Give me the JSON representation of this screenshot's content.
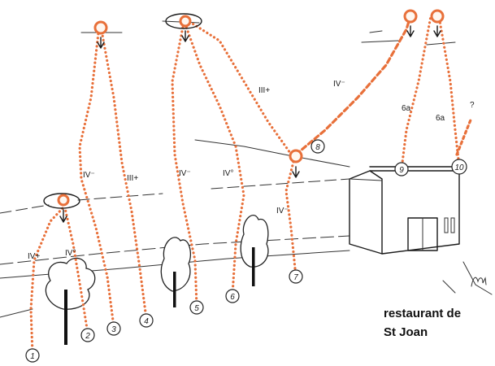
{
  "colors": {
    "route": "#e8703a",
    "ink": "#1a1a1a",
    "background": "#ffffff"
  },
  "grades": [
    {
      "label": "IV+"
    },
    {
      "label": "IV°"
    },
    {
      "label": "IV⁻"
    },
    {
      "label": "III+"
    },
    {
      "label": "IV⁻"
    },
    {
      "label": "IV°"
    },
    {
      "label": "III+"
    },
    {
      "label": "IV⁻"
    },
    {
      "label": "IV⁻"
    },
    {
      "label": "6a"
    },
    {
      "label": "6a"
    },
    {
      "label": "?"
    }
  ],
  "routes": [
    {
      "number": "1"
    },
    {
      "number": "2"
    },
    {
      "number": "3"
    },
    {
      "number": "4"
    },
    {
      "number": "5"
    },
    {
      "number": "6"
    },
    {
      "number": "7"
    },
    {
      "number": "8"
    },
    {
      "number": "9"
    },
    {
      "number": "10"
    }
  ],
  "building": {
    "caption_line1": "restaurant de",
    "caption_line2": "St Joan"
  },
  "icons": [
    "anchor-ring-icon",
    "tree-icon",
    "arrow-down-icon"
  ]
}
